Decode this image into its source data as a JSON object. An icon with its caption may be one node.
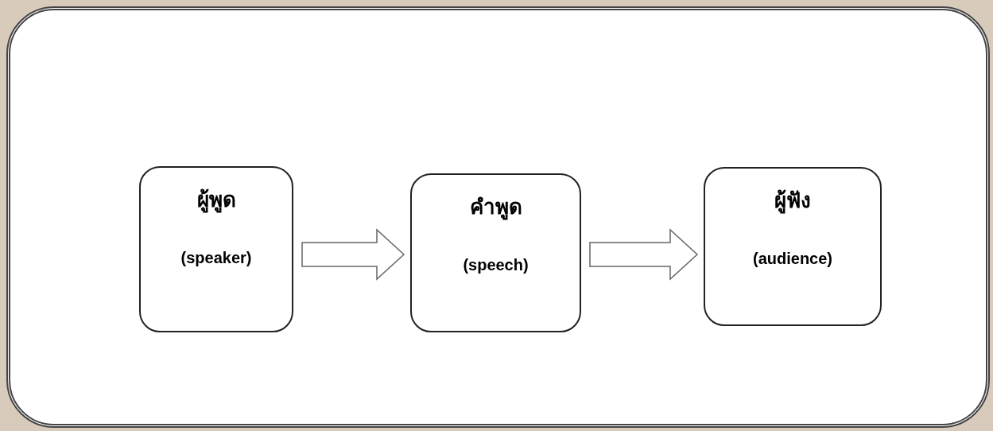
{
  "diagram": {
    "nodes": [
      {
        "text": [
          "ผู้พูด",
          "(speaker)"
        ]
      },
      {
        "text": [
          "คำพูด",
          "(speech)"
        ]
      },
      {
        "text": [
          "ผู้ฟัง",
          "(audience)"
        ]
      }
    ],
    "edges": [
      {
        "from": 0,
        "to": 1,
        "arrow": "to"
      },
      {
        "from": 1,
        "to": 2,
        "arrow": "to"
      }
    ]
  }
}
